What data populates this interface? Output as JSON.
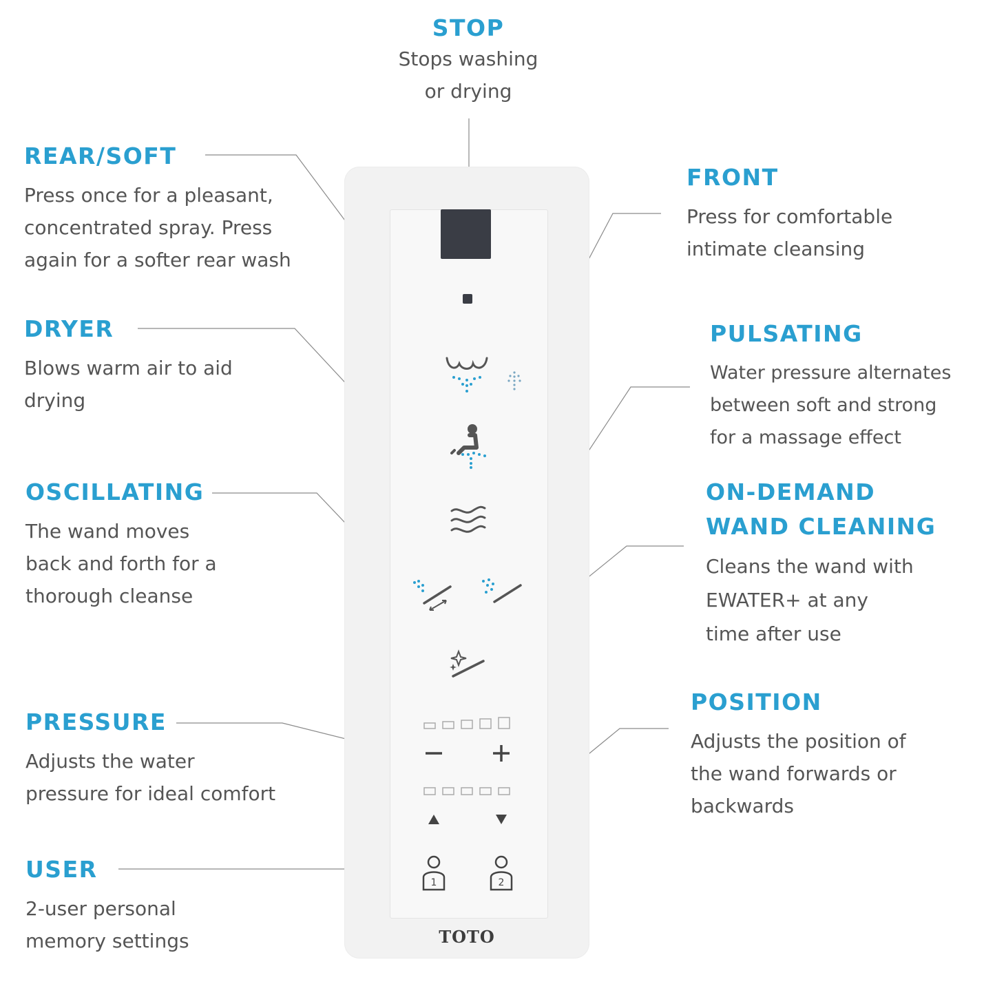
{
  "brand": "TOTO",
  "accent_color": "#2a9fd0",
  "callouts": {
    "stop": {
      "title": "STOP",
      "lines": [
        "Stops washing",
        "or drying"
      ]
    },
    "rear_soft": {
      "title": "REAR/SOFT",
      "lines": [
        "Press once for a pleasant,",
        "concentrated spray. Press",
        "again for a softer rear wash"
      ]
    },
    "front": {
      "title": "FRONT",
      "lines": [
        "Press for comfortable",
        "intimate cleansing"
      ]
    },
    "dryer": {
      "title": "DRYER",
      "lines": [
        "Blows warm air to aid",
        "drying"
      ]
    },
    "pulsating": {
      "title": "PULSATING",
      "lines": [
        "Water pressure alternates",
        "between soft and strong",
        "for a massage effect"
      ]
    },
    "oscillating": {
      "title": "OSCILLATING",
      "lines": [
        "The wand moves",
        "back and forth for a",
        "thorough cleanse"
      ]
    },
    "wand_cleaning": {
      "title_lines": [
        "ON-DEMAND",
        "WAND CLEANING"
      ],
      "lines": [
        "Cleans the wand with",
        "EWATER+ at any",
        "time after use"
      ]
    },
    "pressure": {
      "title": "PRESSURE",
      "lines": [
        "Adjusts the water",
        "pressure for ideal comfort"
      ]
    },
    "position": {
      "title": "POSITION",
      "lines": [
        "Adjusts the position of",
        "the wand forwards or",
        "backwards"
      ]
    },
    "user": {
      "title": "USER",
      "lines": [
        "2-user personal",
        "memory settings"
      ]
    }
  },
  "remote": {
    "icons": [
      "display-screen",
      "stop-icon",
      "rear-wash-icon",
      "soft-spray-icon",
      "front-wash-icon",
      "dryer-icon",
      "oscillating-icon",
      "pulsating-icon",
      "wand-cleaning-icon",
      "minus-icon",
      "plus-icon",
      "up-arrow-icon",
      "down-arrow-icon",
      "user-1-icon",
      "user-2-icon"
    ],
    "pressure_plus_label": "+",
    "pressure_minus_label": "−",
    "position_up_label": "▲",
    "position_down_label": "▼",
    "user_1_number": "1",
    "user_2_number": "2"
  }
}
